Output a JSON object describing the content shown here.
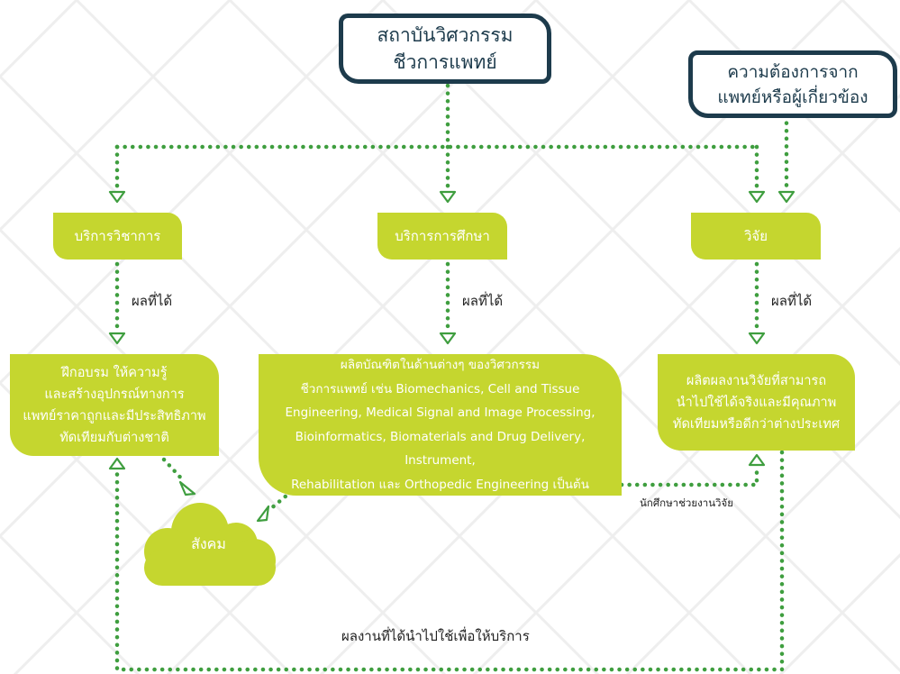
{
  "nodes": {
    "institute": "สถาบันวิศวกรรม\nชีวการแพทย์",
    "needs": "ความต้องการจาก\nแพทย์หรือผู้เกี่ยวข้อง",
    "academic_service": "บริการวิชาการ",
    "education_service": "บริการการศึกษา",
    "research": "วิจัย",
    "outcome_academic": "ฝึกอบรม ให้ความรู้\nและสร้างอุปกรณ์ทางการ\nแพทย์ราคาถูกและมีประสิทธิภาพ\nทัดเทียมกับต่างชาติ",
    "outcome_education": "ผลิตบัณฑิตในด้านต่างๆ ของวิศวกรรม\nชีวการแพทย์ เช่น Biomechanics, Cell and Tissue\nEngineering, Medical Signal and Image Processing,\nBioinformatics, Biomaterials and Drug Delivery, Instrument,\nRehabilitation และ Orthopedic Engineering เป็นต้น",
    "outcome_research": "ผลิตผลงานวิจัยที่สามารถ\nนำไปใช้ได้จริงและมีคุณภาพ\nทัดเทียมหรือดีกว่าต่างประเทศ",
    "society": "สังคม"
  },
  "edge_labels": {
    "result_academic": "ผลที่ได้",
    "result_education": "ผลที่ได้",
    "result_research": "ผลที่ได้",
    "students_assist": "นักศึกษาช่วยงานวิจัย",
    "feedback": "ผลงานที่ได้นำไปใช้เพื่อให้บริการ"
  },
  "colors": {
    "accent": "#c5d62f",
    "connector": "#3f9e3f",
    "dark": "#1d3b4c",
    "text": "#222222"
  }
}
